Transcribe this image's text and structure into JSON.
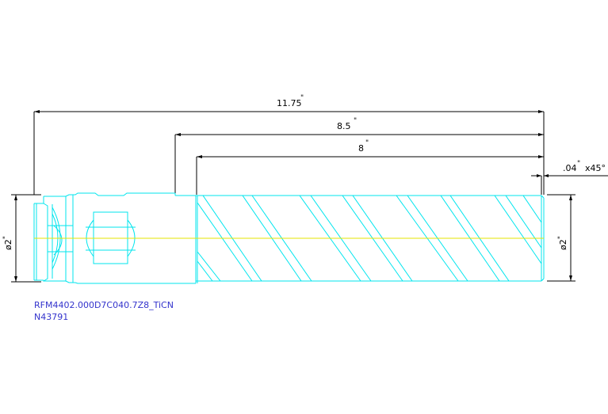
{
  "dimensions": {
    "overall_length": {
      "value": "11.75",
      "unit": "\""
    },
    "shank_length": {
      "value": "8.5",
      "unit": "\""
    },
    "flute_length": {
      "value": "8",
      "unit": "\""
    },
    "chamfer": {
      "value": ".04",
      "unit": "\"",
      "suffix": "x45°"
    },
    "left_diameter": {
      "symbol": "ø",
      "value": "2",
      "unit": "\""
    },
    "right_diameter": {
      "symbol": "ø",
      "value": "2",
      "unit": "\""
    }
  },
  "part": {
    "part_number": "RFM4402.000D7C040.7Z8_TiCN",
    "serial": "N43791"
  },
  "colors": {
    "part_outline": "#00e5ee",
    "centerline": "#e5e500",
    "dimension": "#000000",
    "label": "#3333cc"
  }
}
